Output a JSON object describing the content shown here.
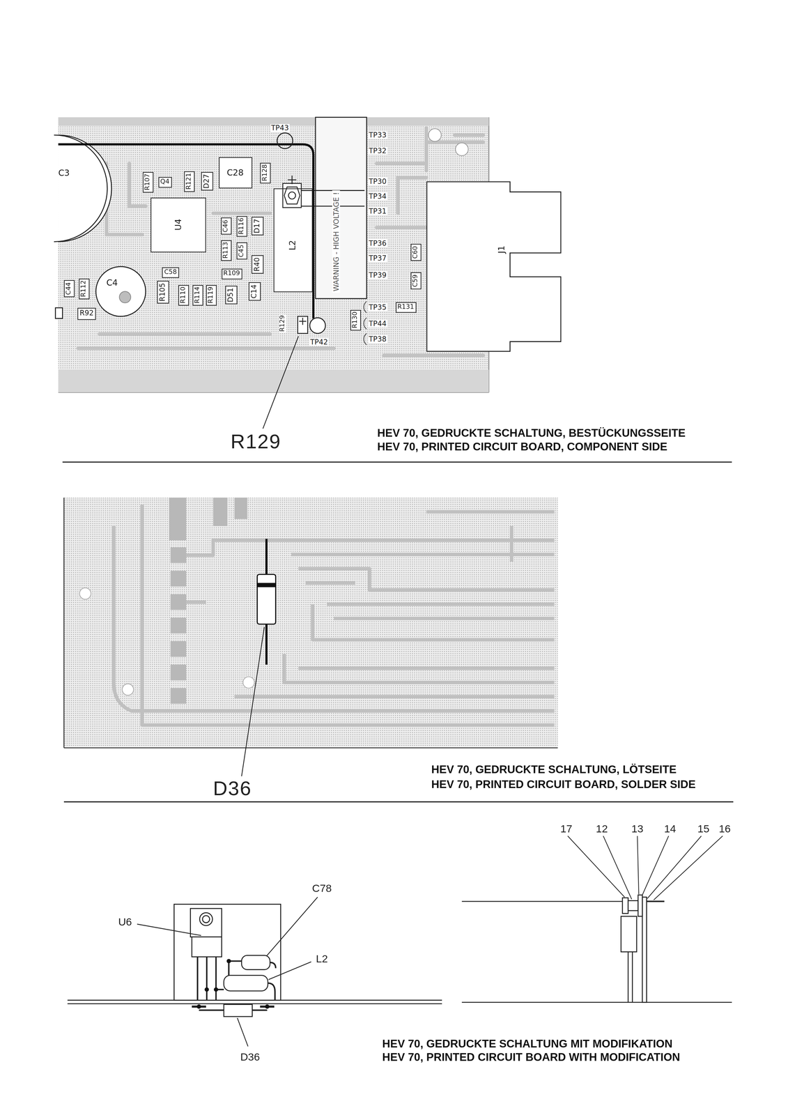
{
  "diagram": {
    "nodes": [
      {
        "text": [
          "C28"
        ]
      },
      {
        "text": [
          "R128"
        ]
      },
      {
        "text": [
          "R107"
        ]
      },
      {
        "text": [
          "Q4"
        ]
      },
      {
        "text": [
          "R121"
        ]
      },
      {
        "text": [
          "D27"
        ]
      },
      {
        "text": [
          "L2"
        ]
      },
      {
        "text": [
          "U4"
        ]
      },
      {
        "text": [
          "C46"
        ]
      },
      {
        "text": [
          "R116"
        ]
      },
      {
        "text": [
          "D17"
        ]
      },
      {
        "text": [
          "R113"
        ]
      },
      {
        "text": [
          "C45"
        ]
      },
      {
        "text": [
          "R40"
        ]
      },
      {
        "text": [
          "C58"
        ]
      },
      {
        "text": [
          "R109"
        ]
      },
      {
        "text": [
          "C4"
        ]
      },
      {
        "text": [
          "C44"
        ]
      },
      {
        "text": [
          "R112"
        ]
      },
      {
        "text": [
          "R105"
        ]
      },
      {
        "text": [
          "R110"
        ]
      },
      {
        "text": [
          "R114"
        ]
      },
      {
        "text": [
          "R119"
        ]
      },
      {
        "text": [
          "D51"
        ]
      },
      {
        "text": [
          "C14"
        ]
      },
      {
        "text": [
          "R92"
        ]
      },
      {
        "text": [
          "C60"
        ]
      },
      {
        "text": [
          "C59"
        ]
      },
      {
        "text": [
          "R131"
        ]
      },
      {
        "text": [
          "R130"
        ]
      },
      {
        "text": [
          "J1"
        ]
      }
    ],
    "labels": [
      "C3",
      "TP43",
      "TP33",
      "TP32",
      "TP30",
      "TP34",
      "TP31",
      "TP36",
      "TP37",
      "TP39",
      "TP35",
      "TP44",
      "TP38",
      "R129",
      "TP42",
      "WARNING - HIGH VOLTAGE !",
      "R129",
      "HEV 70, GEDRUCKTE SCHALTUNG, BESTÜCKUNGSSEITE",
      "HEV 70, PRINTED CIRCUIT BOARD, COMPONENT SIDE",
      "D36",
      "HEV 70, GEDRUCKTE SCHALTUNG, LÖTSEITE",
      "HEV 70, PRINTED CIRCUIT BOARD, SOLDER SIDE",
      "17",
      "12",
      "13",
      "14",
      "15",
      "16",
      "C78",
      "U6",
      "L2",
      "D36",
      "HEV 70, GEDRUCKTE SCHALTUNG MIT MODIFIKATION",
      "HEV 70, PRINTED CIRCUIT BOARD WITH MODIFICATION"
    ]
  }
}
